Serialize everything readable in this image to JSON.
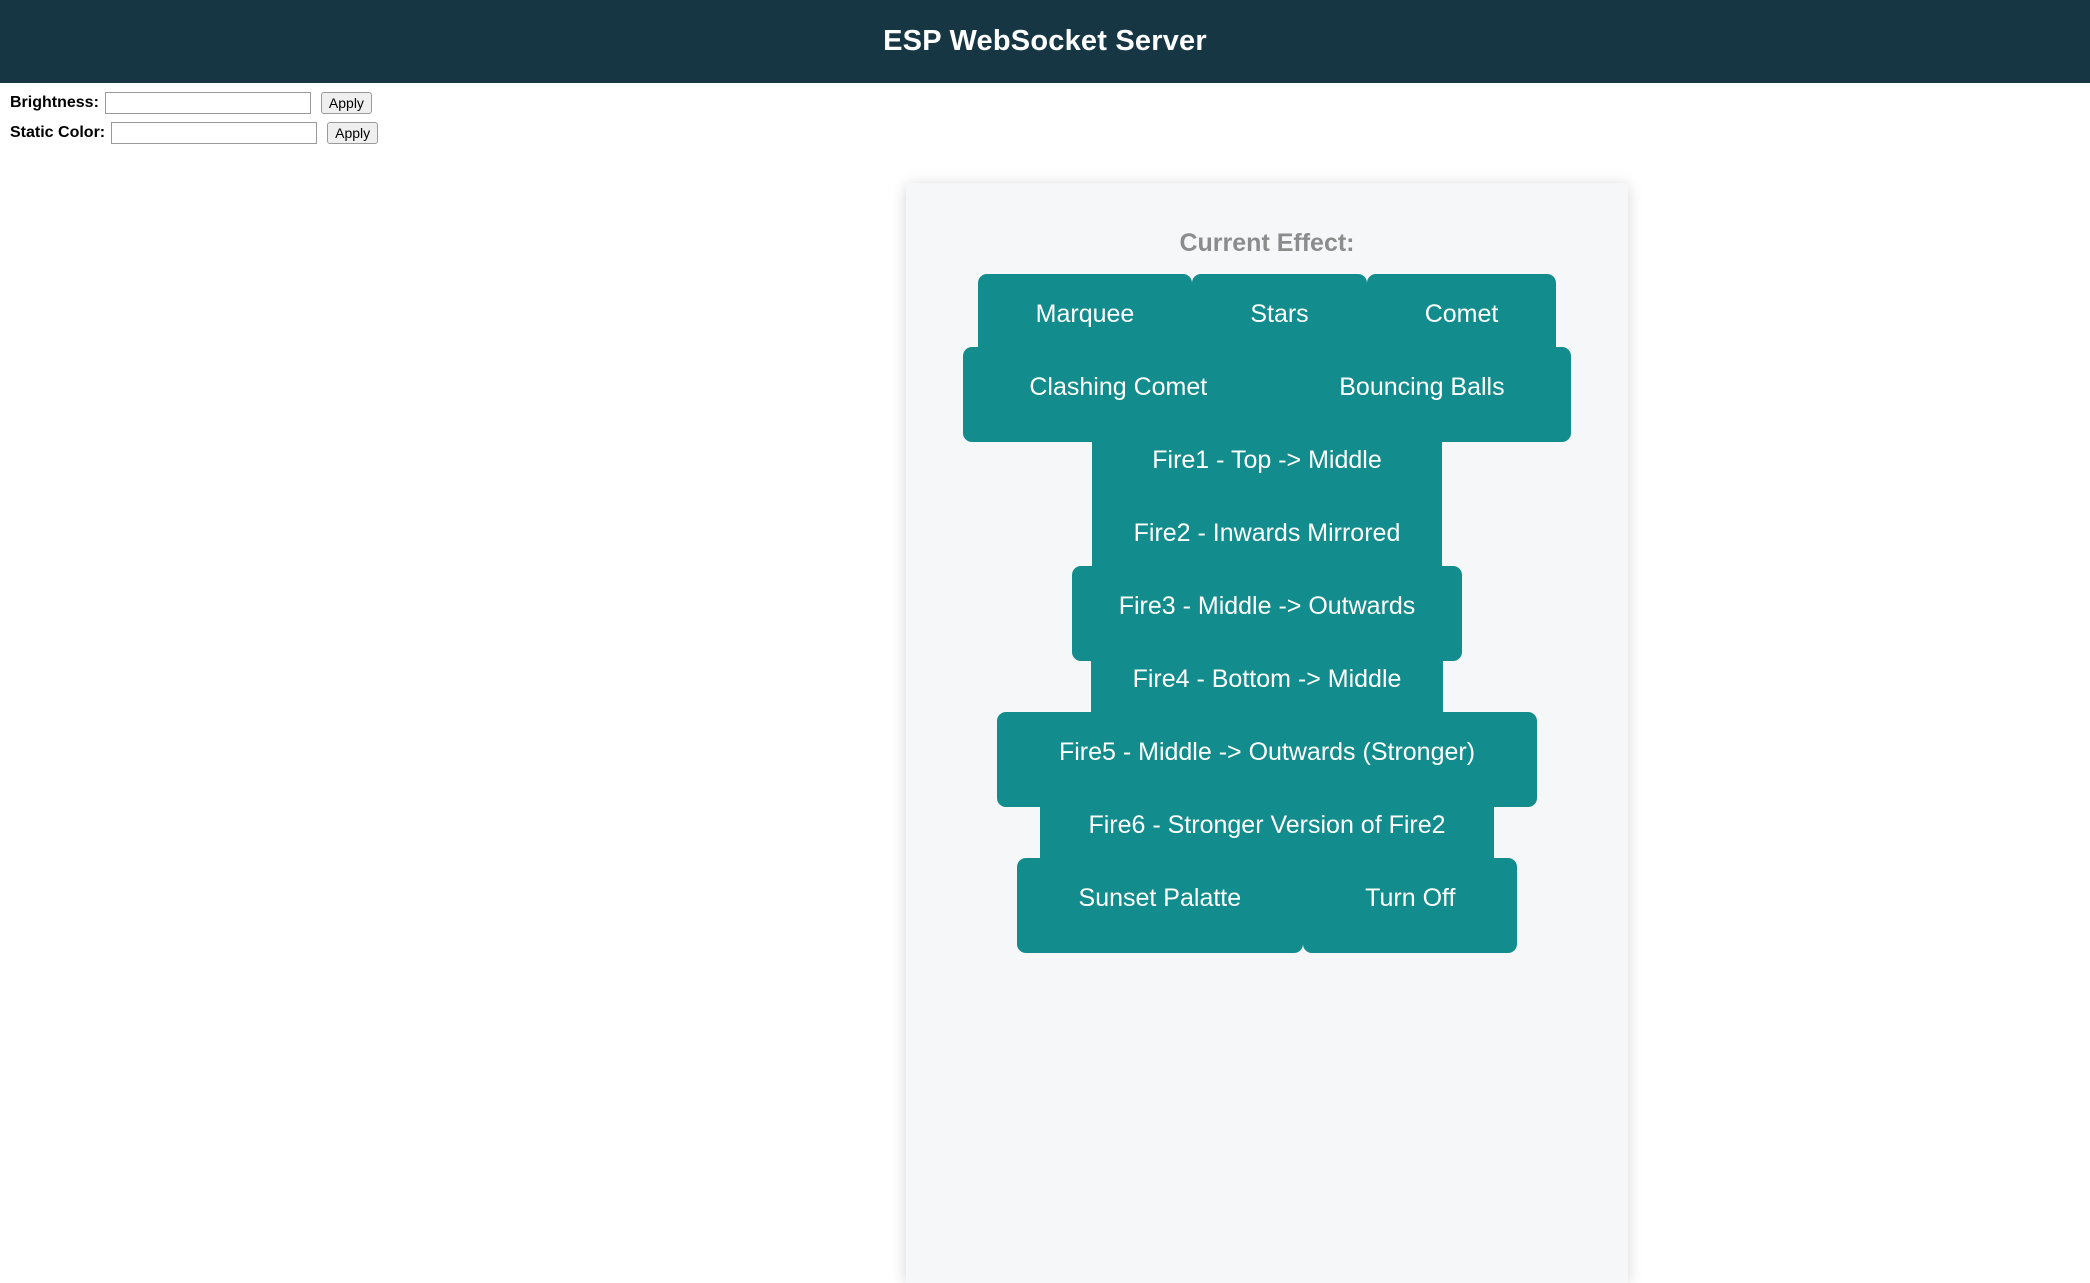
{
  "header": {
    "title": "ESP WebSocket Server",
    "background_color": "#163643",
    "text_color": "#ffffff"
  },
  "controls": [
    {
      "label": "Brightness:",
      "value": "",
      "placeholder": "",
      "apply_label": "Apply"
    },
    {
      "label": "Static Color:",
      "value": "",
      "placeholder": "",
      "apply_label": "Apply"
    }
  ],
  "card": {
    "heading": "Current Effect:",
    "heading_color": "#8c8c8c",
    "background_color": "#f6f7f9",
    "button_color": "#128c8c",
    "button_text_color": "#ffffff",
    "rows": [
      {
        "buttons": [
          "Marquee",
          "Stars",
          "Comet"
        ]
      },
      {
        "buttons": [
          "Clashing Comet",
          "Bouncing Balls"
        ]
      },
      {
        "buttons": [
          "Fire1 - Top -> Middle"
        ]
      },
      {
        "buttons": [
          "Fire2 - Inwards Mirrored"
        ]
      },
      {
        "buttons": [
          "Fire3 - Middle -> Outwards"
        ]
      },
      {
        "buttons": [
          "Fire4 - Bottom -> Middle"
        ]
      },
      {
        "buttons": [
          "Fire5 - Middle -> Outwards (Stronger)"
        ]
      },
      {
        "buttons": [
          "Fire6 - Stronger Version of Fire2"
        ]
      },
      {
        "buttons": [
          "Sunset Palatte",
          "Turn Off"
        ]
      }
    ]
  }
}
